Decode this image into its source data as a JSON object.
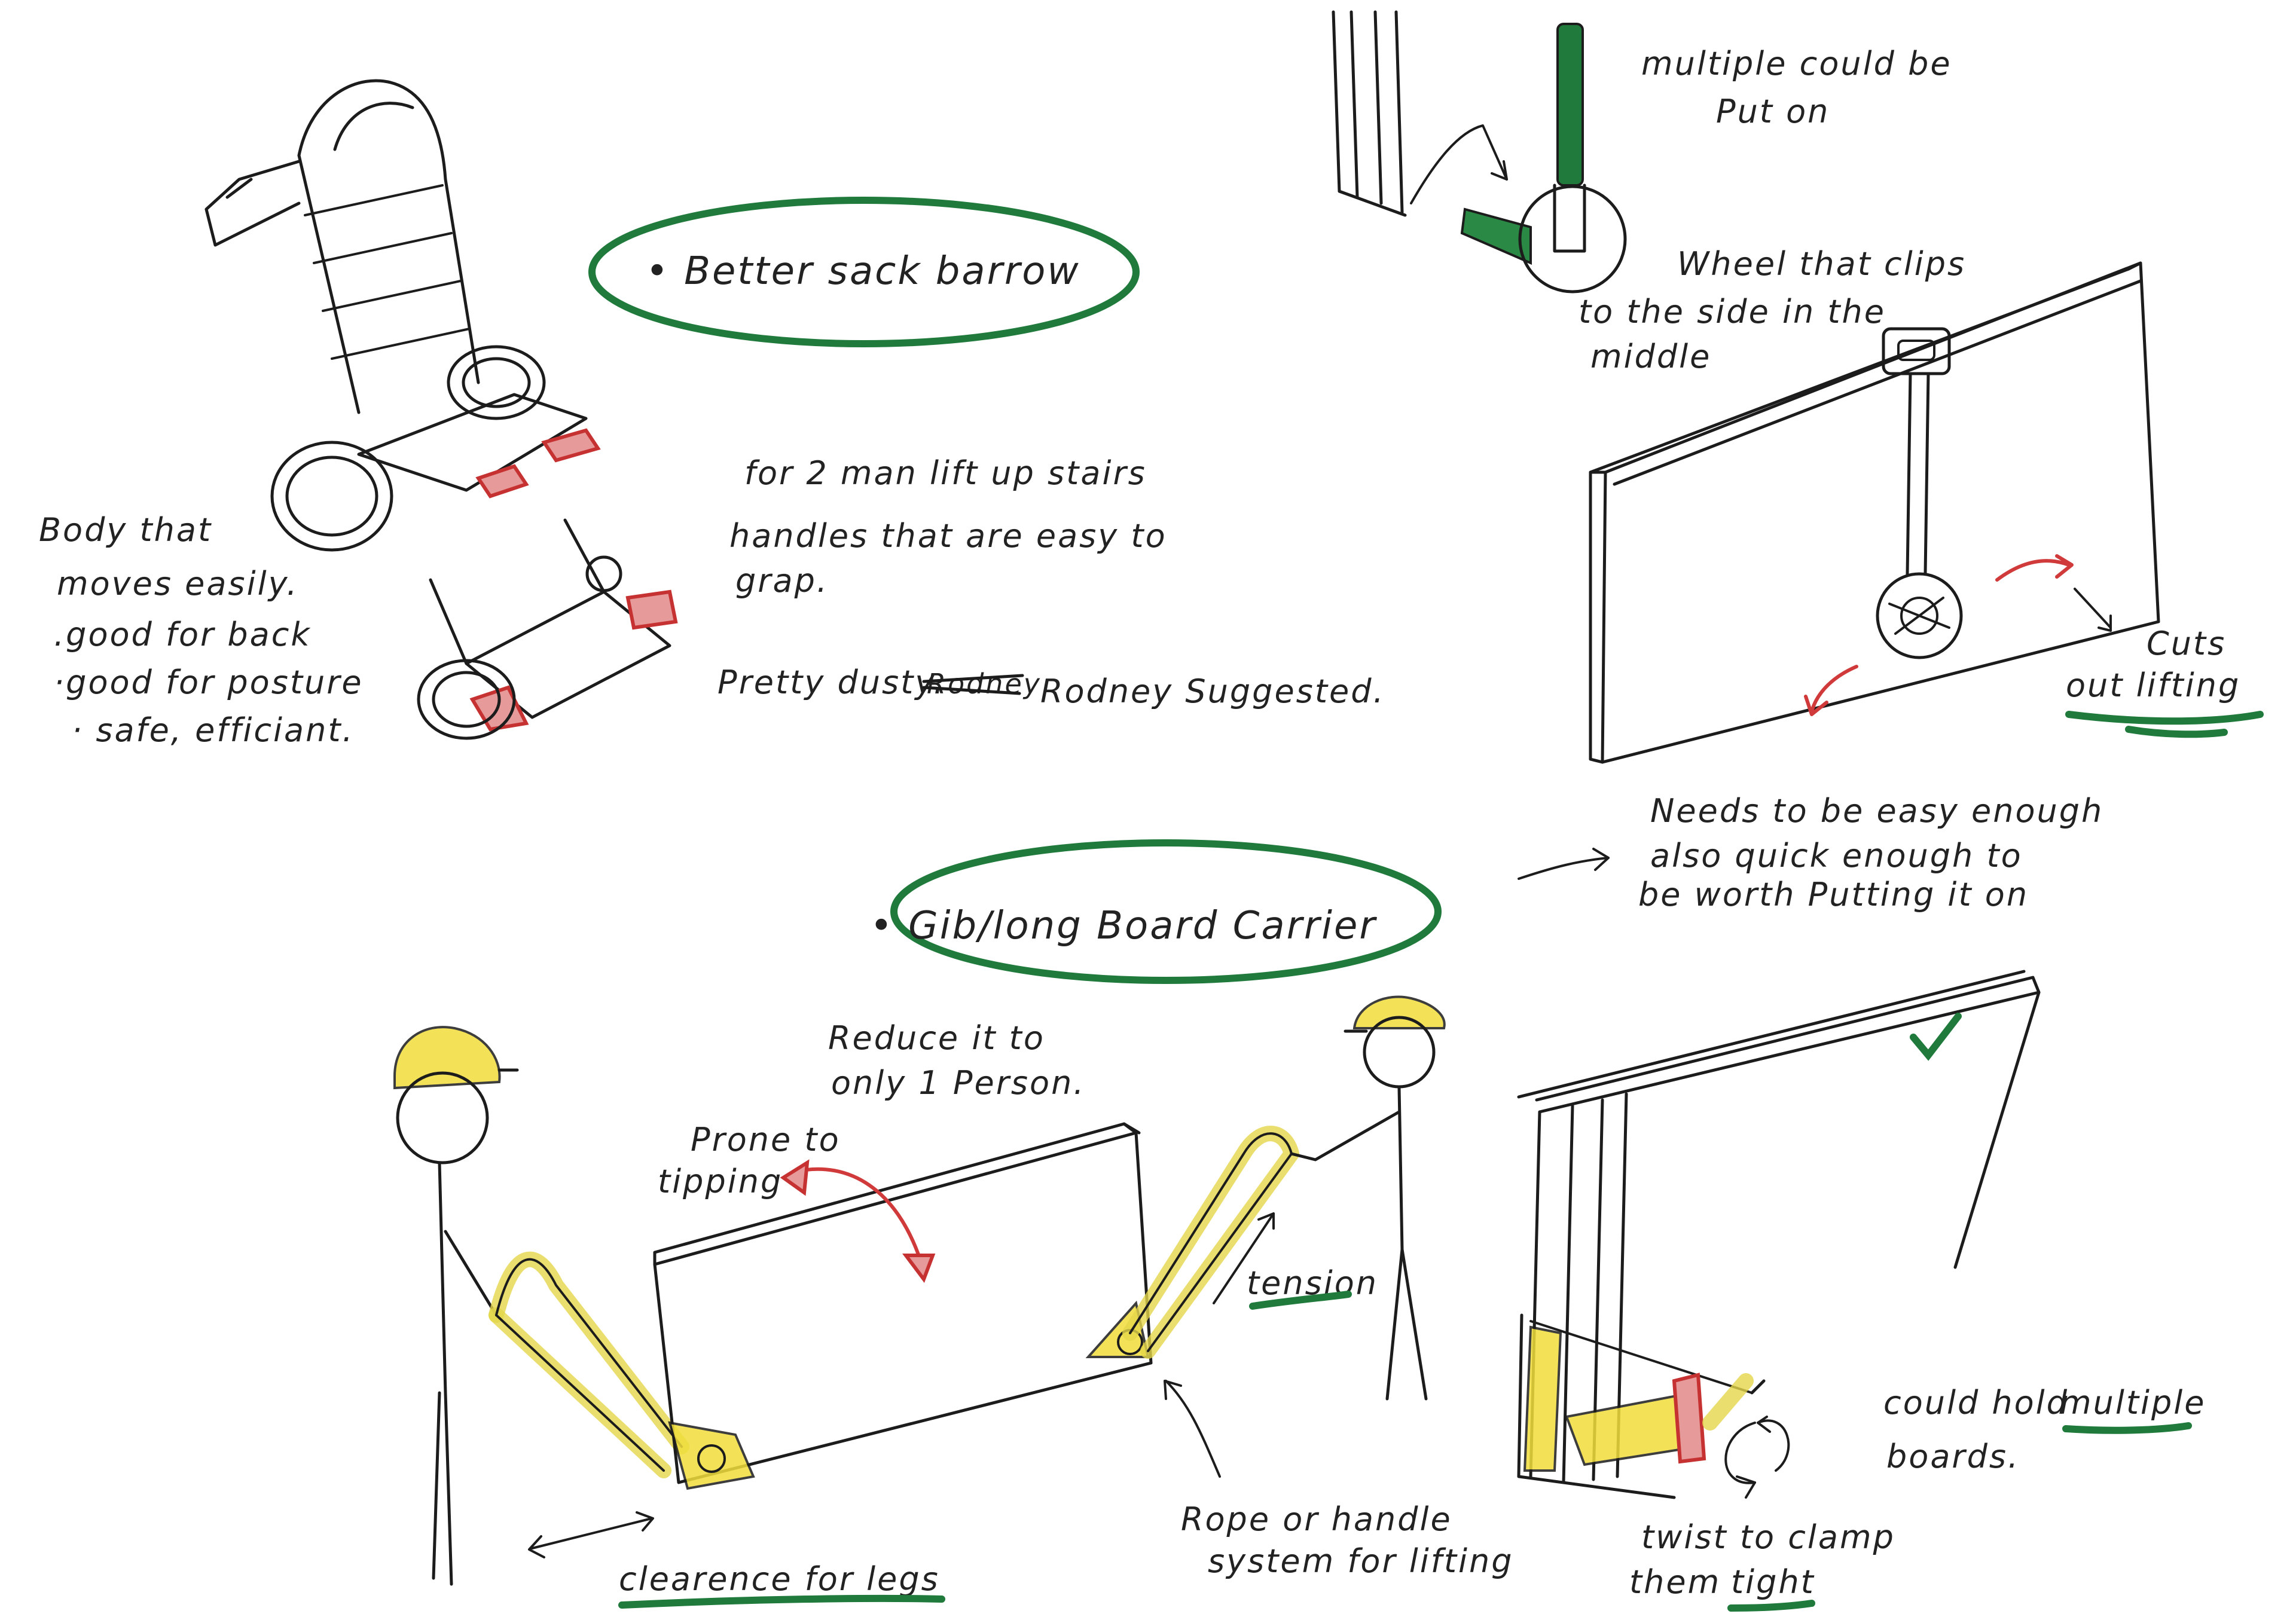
{
  "sections": {
    "sack_barrow": {
      "title": "• Better sack barrow",
      "notes": [
        "Body that",
        "moves easily.",
        ".good for back",
        "·good for posture",
        "· safe, efficiant."
      ],
      "lift_notes": [
        "for 2 man lift up stairs",
        "handles that are easy to",
        "grap."
      ],
      "pretty_dusty": "Pretty dusty.",
      "struck_word": "Rodney",
      "suggested": "Rodney Suggested."
    },
    "wheel_clip": {
      "multiple": [
        "multiple could be",
        "Put on"
      ],
      "wheel_notes": [
        "Wheel that clips",
        "to the side in the",
        "middle"
      ],
      "cuts": "Cuts",
      "out_lifting": "out lifting",
      "easy_notes": [
        "Needs to be easy enough",
        "also quick enough to",
        "be worth Putting it on"
      ]
    },
    "board_carrier": {
      "title": "• Gib/long Board Carrier",
      "reduce": [
        "Reduce it to",
        "only 1 Person."
      ],
      "prone": [
        "Prone to",
        "tipping"
      ],
      "tension": "tension",
      "clearance": "clearence for legs",
      "rope": [
        "Rope or handle",
        "system for lifting"
      ],
      "twist": [
        "twist to clamp",
        "them"
      ],
      "tight": "tight",
      "multiple": [
        "could hold",
        "multiple",
        "boards."
      ]
    }
  },
  "colors": {
    "green": "#1f7a3c",
    "red": "#d03a3a",
    "yellow": "#f1de3c",
    "ink": "#1c1c1c"
  }
}
